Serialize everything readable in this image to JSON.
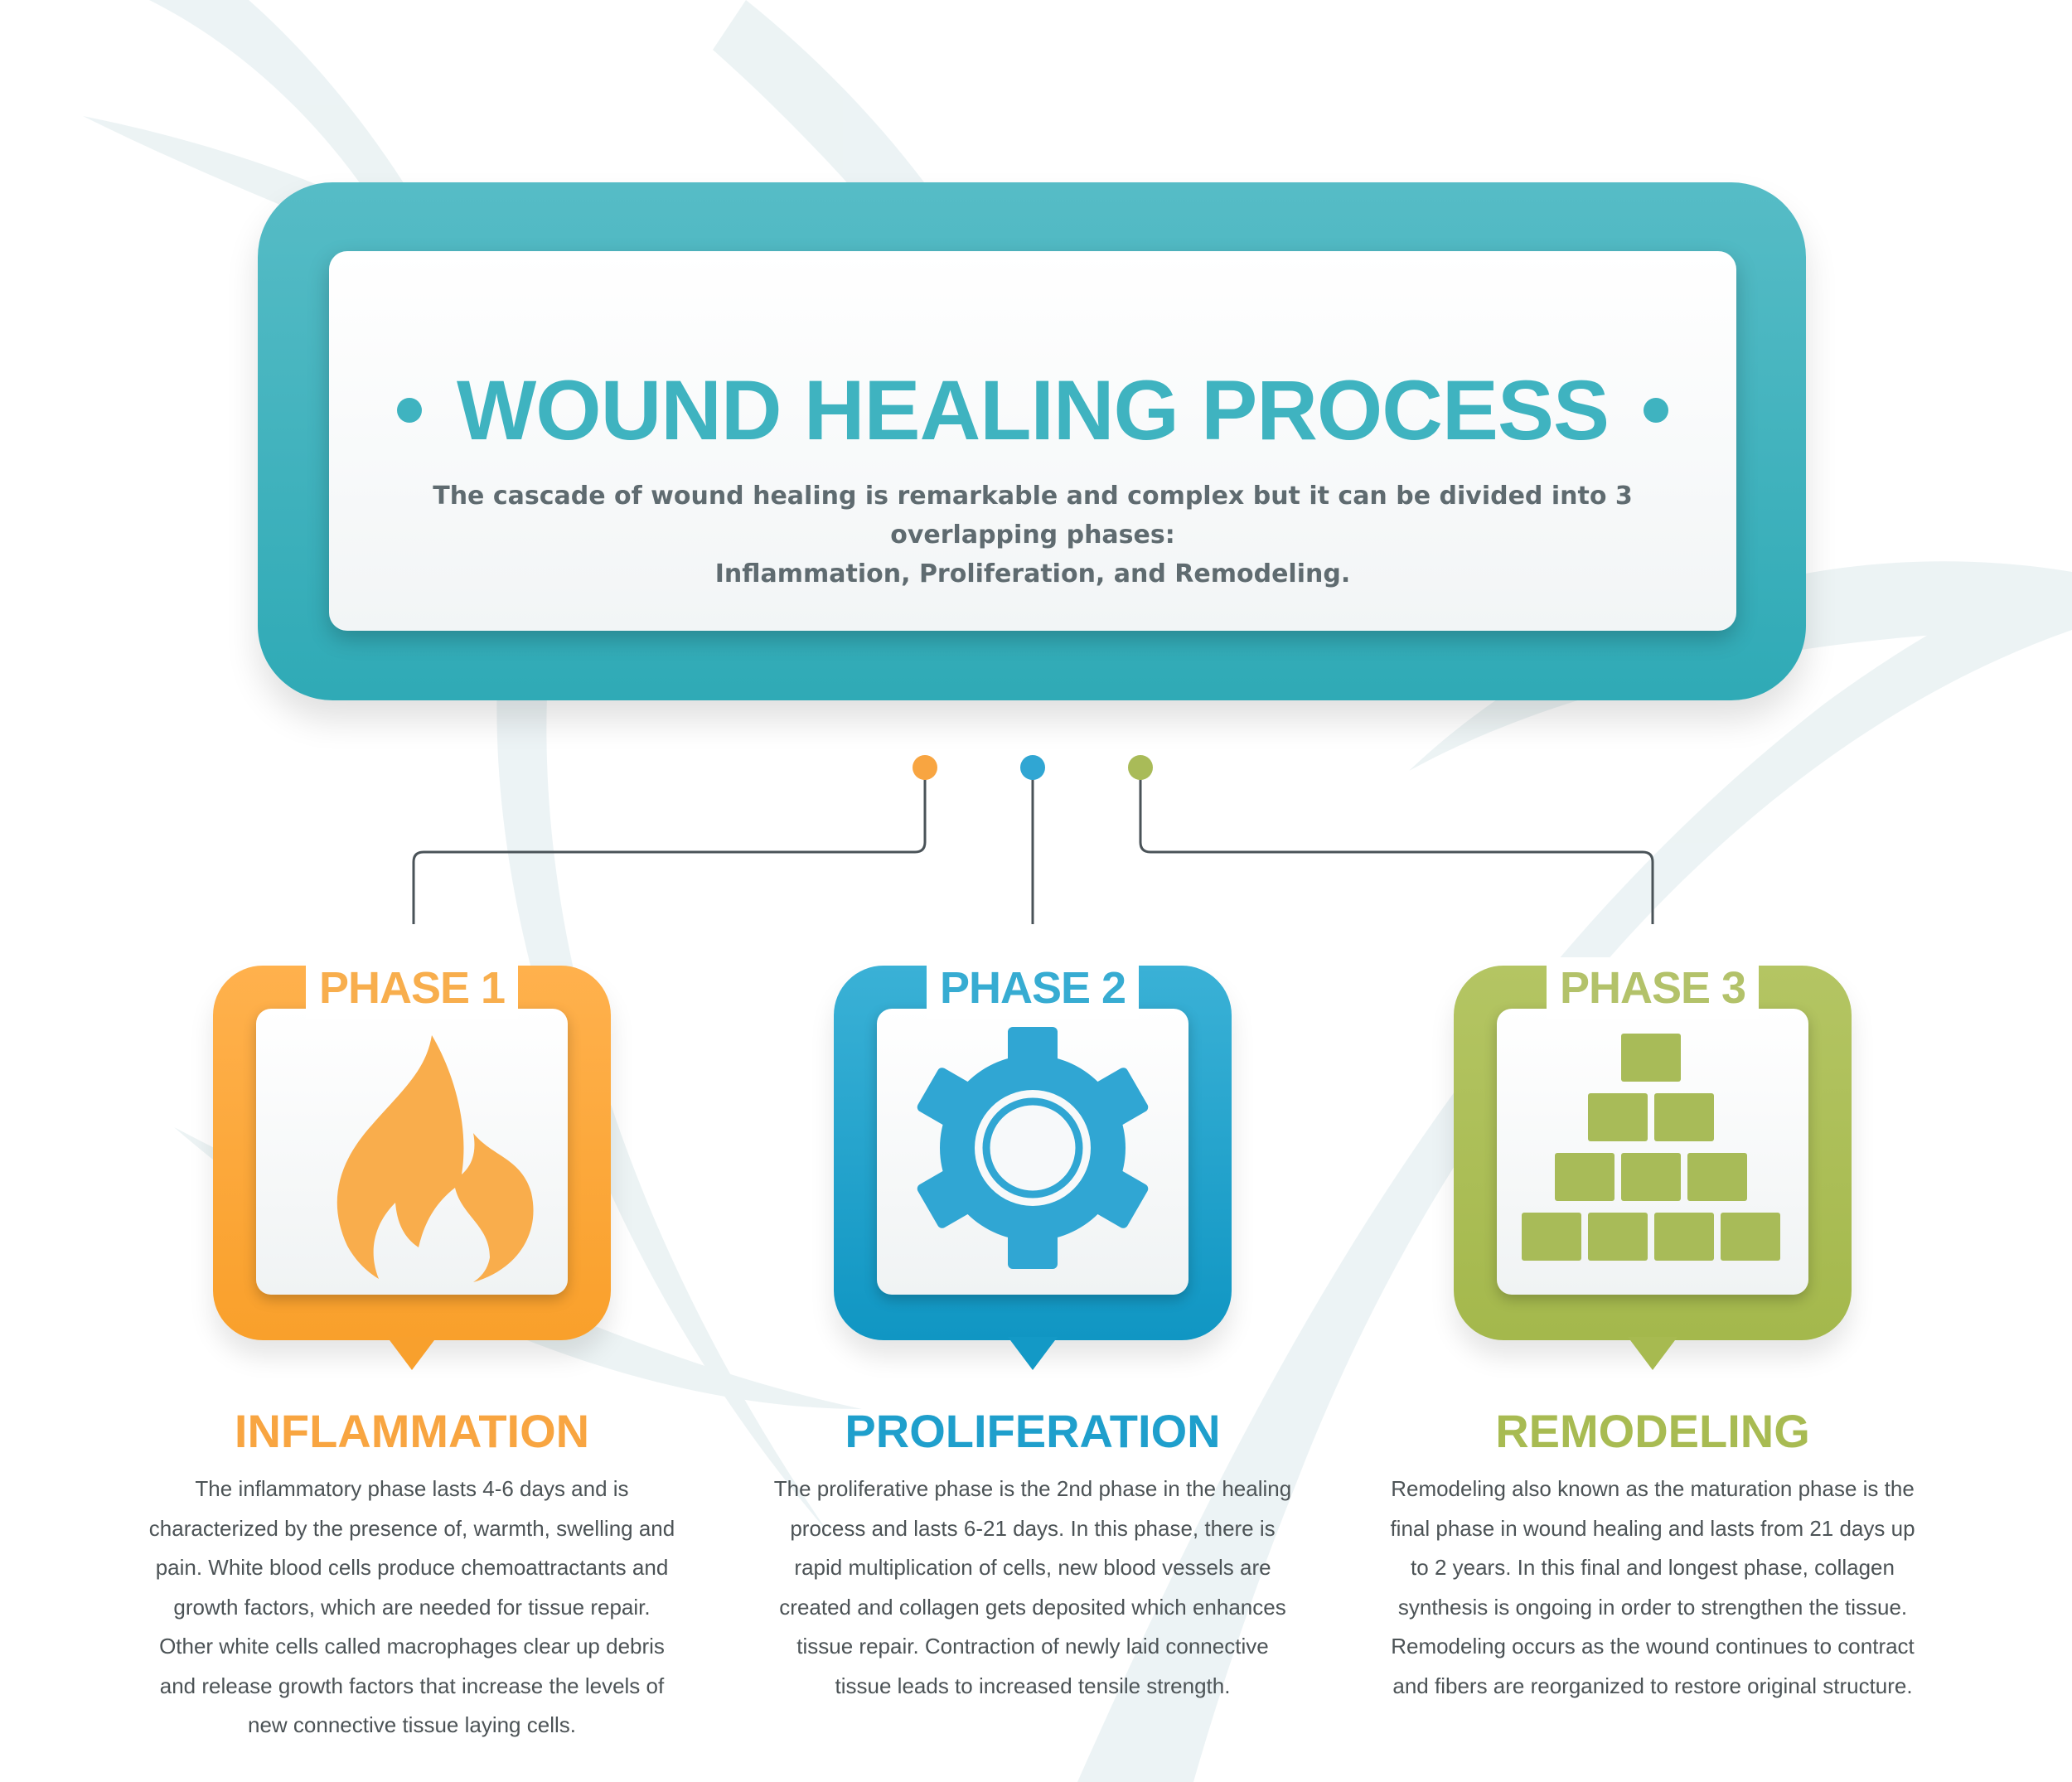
{
  "header": {
    "title": "WOUND HEALING PROCESS",
    "subtitle_line1": "The cascade of wound healing is remarkable and complex but it can be divided into 3 overlapping phases:",
    "subtitle_line2": "Inflammation, Proliferation, and Remodeling."
  },
  "colors": {
    "teal": "#3fb3c0",
    "orange": "#f9a02b",
    "blue": "#1aa0cb",
    "green": "#a8bb52",
    "text_gray": "#4c5356"
  },
  "phases": [
    {
      "label": "PHASE 1",
      "icon": "flame-icon",
      "heading": "INFLAMMATION",
      "description": "The inflammatory phase lasts 4-6 days and is characterized by the presence of, warmth, swelling and pain. White blood cells produce chemoattractants and growth factors, which are needed for tissue repair. Other white cells called macrophages clear up debris and release growth factors that increase the levels of new connective tissue laying cells."
    },
    {
      "label": "PHASE 2",
      "icon": "gear-icon",
      "heading": "PROLIFERATION",
      "description": "The proliferative phase is the 2nd phase in the healing process and lasts 6-21 days. In this phase, there is rapid multiplication of cells, new blood vessels are created and collagen gets deposited which enhances tissue repair. Contraction of newly laid connective tissue leads to increased tensile strength."
    },
    {
      "label": "PHASE 3",
      "icon": "brick-pyramid-icon",
      "heading": "REMODELING",
      "description": "Remodeling also known as the maturation phase is the final phase in wound healing and lasts from 21 days up to 2 years. In this final and longest phase, collagen synthesis is ongoing in order to strengthen the tissue. Remodeling occurs as the wound continues to contract and fibers are reorganized to restore original structure."
    }
  ]
}
